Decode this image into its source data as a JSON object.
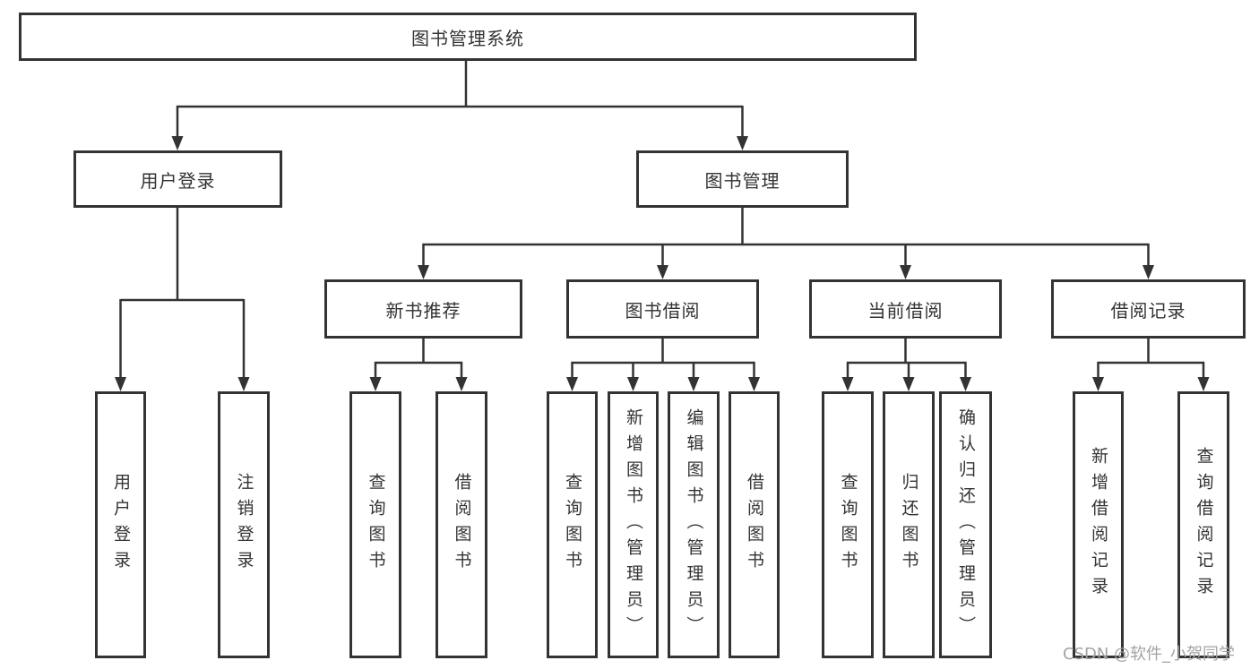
{
  "tree": {
    "root": "图书管理系统",
    "branches": [
      {
        "label": "用户登录",
        "children": [
          "用户登录",
          "注销登录"
        ]
      },
      {
        "label": "图书管理",
        "groups": [
          {
            "label": "新书推荐",
            "children": [
              "查询图书",
              "借阅图书"
            ]
          },
          {
            "label": "图书借阅",
            "children": [
              "查询图书",
              "新增图书（管理员）",
              "编辑图书（管理员）",
              "借阅图书"
            ]
          },
          {
            "label": "当前借阅",
            "children": [
              "查询图书",
              "归还图书",
              "确认归还（管理员）"
            ]
          },
          {
            "label": "借阅记录",
            "children": [
              "新增借阅记录",
              "查询借阅记录"
            ]
          }
        ]
      }
    ]
  },
  "watermark": "CSDN @软件_小贺同学",
  "colors": {
    "line": "#333333",
    "box_border": "#333333",
    "text": "#333333",
    "watermark": "#a3a3a3",
    "background": "#ffffff"
  }
}
